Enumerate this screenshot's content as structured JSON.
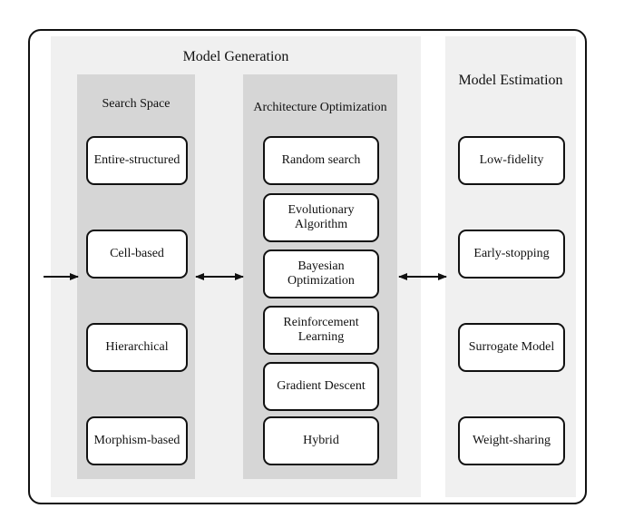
{
  "model_generation": {
    "title": "Model Generation",
    "search_space": {
      "title": "Search Space",
      "items": [
        "Entire-structured",
        "Cell-based",
        "Hierarchical",
        "Morphism-based"
      ]
    },
    "architecture_optimization": {
      "title": "Architecture Optimization",
      "items": [
        "Random search",
        "Evolutionary Algorithm",
        "Bayesian Optimization",
        "Reinforcement Learning",
        "Gradient Descent",
        "Hybrid"
      ]
    }
  },
  "model_estimation": {
    "title": "Model Estimation",
    "items": [
      "Low-fidelity",
      "Early-stopping",
      "Surrogate Model",
      "Weight-sharing"
    ]
  },
  "colors": {
    "outer_panel": "#f0f0f0",
    "inner_column": "#d6d6d6",
    "stroke": "#111111"
  }
}
